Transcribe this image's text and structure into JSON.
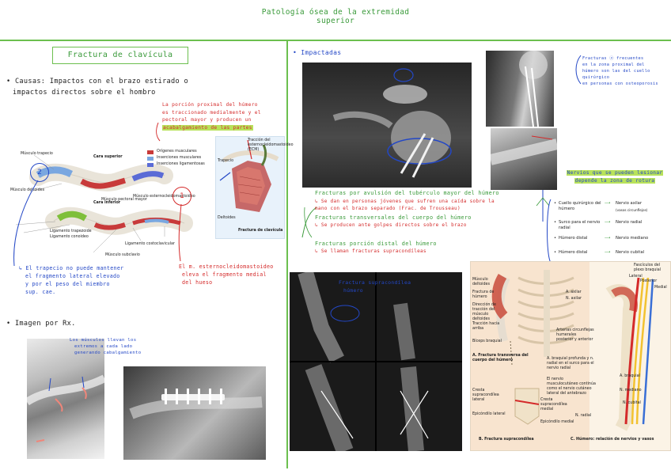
{
  "header": {
    "title_line1": "Patología ósea de la extremidad",
    "title_line2": "superior"
  },
  "left": {
    "section_title": "Fractura de clavícula",
    "causes_prefix": "• Causas:",
    "causes_line1": "Impactos con el brazo estirado o",
    "causes_line2": "impactos directos sobre el hombro",
    "note_red_line1": "La porción proximal del húmero",
    "note_red_line2": "es traccionado medialmente y el",
    "note_red_line3": "pectoral mayor y producen un",
    "note_red_line4": "acabalgamiento de las partes",
    "diagram_legend": [
      "Orígenes musculares",
      "Inserciones musculares",
      "Inserciones ligamentosas"
    ],
    "diagram_labels": {
      "sup": "Cara superior",
      "inf": "Cara inferior",
      "l1": "Músculo trapecio",
      "l2": "Músculo deltoides",
      "l3": "Músculo esternocleidomastoideo",
      "l4": "Músculo pectoral mayor",
      "l5": "Músculo subclavio",
      "l6": "Ligamento conoideo",
      "l7": "Ligamento trapezoide",
      "l8": "Ligamento costoclavicular",
      "fig": "Fractura de clavícula",
      "lig1": "Tracción del esternocleidomastoideo (ECM)",
      "lig2": "Trapecio",
      "lig3": "Deltoides"
    },
    "marker1": "1",
    "marker2": "2",
    "note_blue_line1": "↳ El trapecio no puede mantener",
    "note_blue_line2": "el fragmento lateral elevado",
    "note_blue_line3": "y por el peso del miembro",
    "note_blue_line4": "sup. cae.",
    "note_red2_line1": "El m. esternocleidomastoideo",
    "note_red2_line2": "eleva el fragmento medial",
    "note_red2_line3": "del hueso",
    "imaging_label": "• Imagen por Rx.",
    "xray_note_line1": "Los músculos llevan los",
    "xray_note_line2": "extremos a cada lado",
    "xray_note_line3": "generando cabalgamiento"
  },
  "right": {
    "impacted_label": "• Impactadas",
    "impacted_note_line1": "Fracturas ⓐ frecuentes",
    "impacted_note_line2": "en la zona proximal del",
    "impacted_note_line3": "húmero son las del cuello quirúrgico",
    "impacted_note_line4": "en personas con osteoporosis",
    "fx1_title": "Fracturas por avulsión del tubérculo mayor del húmero",
    "fx1_detail": "↳ Se dan en personas jóvenes que sufren una caída sobre la mano con el brazo separado (Frac. de Trousseau)",
    "fx2_title": "Fracturas transversales del cuerpo del húmero",
    "fx2_detail": "↳ Se producen ante golpes directos sobre el brazo",
    "fx3_title": "Fracturas porción distal del húmero",
    "fx3_detail": "↳ Se llaman fracturas supracondíleas",
    "supra_note_line1": "Fractura supracondílea",
    "supra_note_line2": "húmero",
    "nerves_title_line1": "Nervios que se pueden lesionar",
    "nerves_title_line2": "depende la zona de rotura",
    "nerves": [
      {
        "zone": "Cuello quirúrgico del húmero",
        "nerve": "Nervio axilar",
        "note": "(vasos circunflejos)"
      },
      {
        "zone": "Surco para el nervio radial",
        "nerve": "Nervio radial",
        "note": ""
      },
      {
        "zone": "Húmero distal",
        "nerve": "Nervio mediano",
        "note": ""
      },
      {
        "zone": "Húmero distal",
        "nerve": "Nervio cubital",
        "note": ""
      }
    ],
    "atlas_labels": {
      "a": "A. Fractura transversa del cuerpo del húmero",
      "b": "B. Fractura supracondílea",
      "c": "C. Húmero: relación de nervios y vasos",
      "m1": "Músculo deltoides",
      "m2": "Fractura de húmero",
      "m3": "Dirección de tracción del músculo deltoides",
      "m4": "Tracción hacia arriba",
      "m5": "Bíceps braquial",
      "m6": "N. axilar",
      "m7": "A. axilar",
      "m8": "Arterias circunflejas humerales posterior y anterior",
      "m9": "A. braquial profunda y n. radial en el surco para el nervio radial",
      "m10": "El nervio musculocutáneo continúa como el nervio cutáneo lateral del antebrazo",
      "m11": "A. braquial",
      "m12": "N. mediano",
      "m13": "N. cubital",
      "m14": "N. radial",
      "m15": "Fascículos del plexo braquial",
      "m16": "Lateral",
      "m17": "Posterior",
      "m18": "Medial",
      "m19": "Cresta supracondílea lateral",
      "m20": "Cresta supracondílea medial",
      "m21": "Epicóndilo lateral",
      "m22": "Epicóndilo medial"
    }
  },
  "colors": {
    "green": "#6cbf4f",
    "red": "#d42a2a",
    "blue": "#2347c6",
    "highlight": "#b8e25a"
  }
}
